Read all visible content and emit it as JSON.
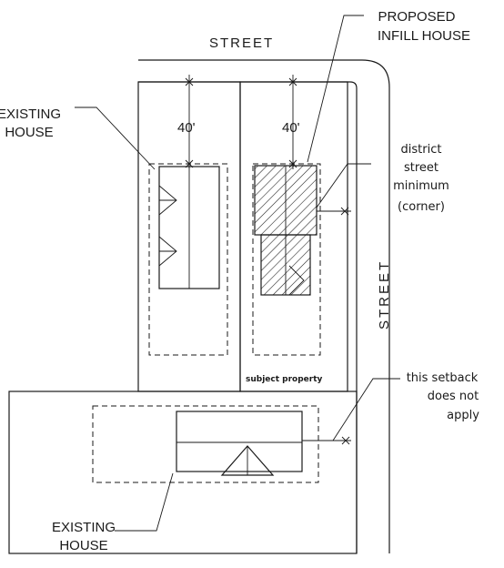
{
  "labels": {
    "street_top": "STREET",
    "street_right": "STREET",
    "existing_house_1": [
      "EXISTING",
      "HOUSE"
    ],
    "proposed_infill": [
      "PROPOSED",
      "INFILL HOUSE"
    ],
    "district_minimum": [
      "district",
      "street",
      "minimum",
      "(corner)"
    ],
    "setback_left": "40'",
    "setback_right": "40'",
    "subject_property": "subject property",
    "setback_not_apply": [
      "this setback",
      "does not",
      "apply"
    ],
    "existing_house_2": [
      "EXISTING",
      "HOUSE"
    ]
  }
}
